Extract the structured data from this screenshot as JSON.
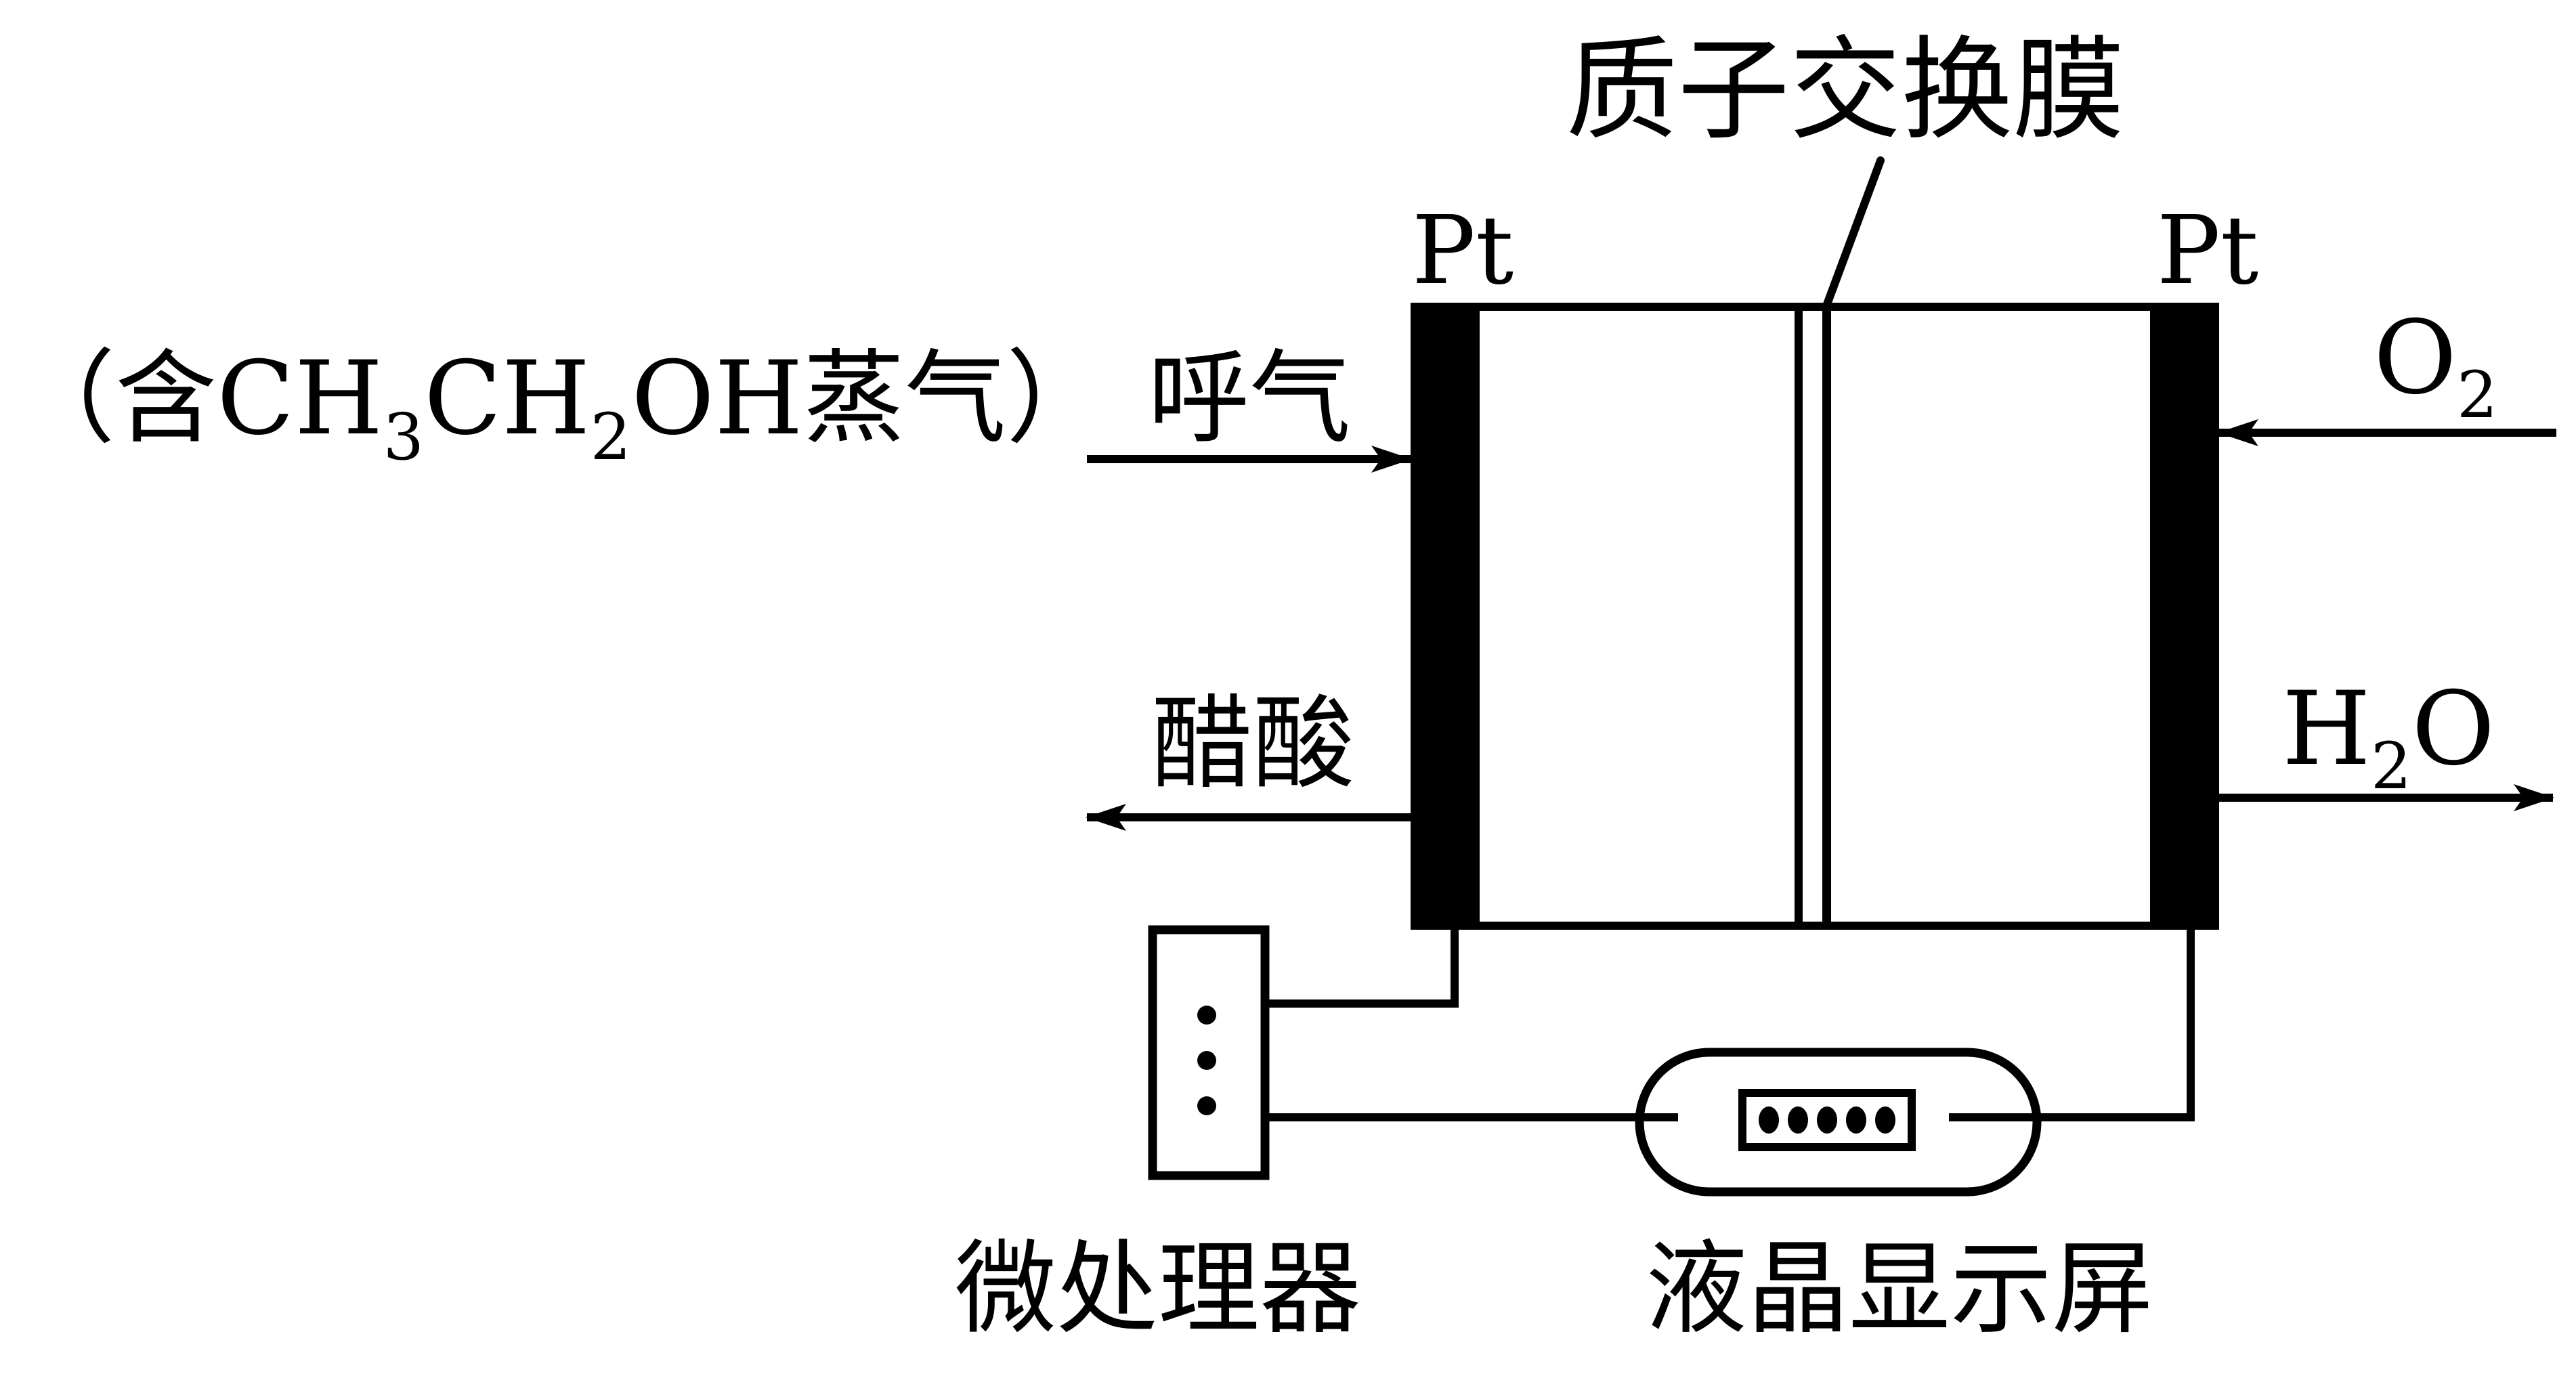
{
  "diagram": {
    "title": "乙醇燃料电池呼气检测装置",
    "membrane_label": "质子交换膜",
    "electrodes": {
      "left": "Pt",
      "right": "Pt"
    },
    "inputs": {
      "left_prefix": "（含",
      "left_formula_parts": [
        "CH",
        "3",
        "CH",
        "2",
        "OH"
      ],
      "left_suffix": "蒸气）",
      "left_gas": "呼气",
      "right_gas_main": "O",
      "right_gas_sub": "2"
    },
    "outputs": {
      "left": "醋酸",
      "right_main_1": "H",
      "right_sub": "2",
      "right_main_2": "O"
    },
    "components": {
      "processor": "微处理器",
      "display": "液晶显示屏"
    },
    "colors": {
      "ink": "#000000",
      "background": "#ffffff"
    }
  }
}
